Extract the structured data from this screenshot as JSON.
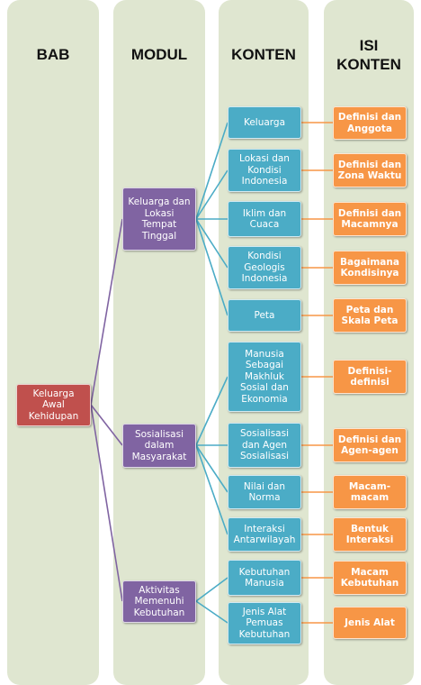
{
  "headers": {
    "bab": "BAB",
    "modul": "MODUL",
    "konten": "KONTEN",
    "isi_konten": "ISI\nKONTEN"
  },
  "colors": {
    "column_bg": "#dfe6d0",
    "bab": "#c0504d",
    "modul": "#8064a2",
    "konten": "#4bacc6",
    "isi": "#f79646"
  },
  "bab": {
    "label": "Keluarga\nAwal\nKehidupan"
  },
  "modul": [
    {
      "label": "Keluarga dan\nLokasi Tempat\nTinggal"
    },
    {
      "label": "Sosialisasi\ndalam\nMasyarakat"
    },
    {
      "label": "Aktivitas\nMemenuhi\nKebutuhan"
    }
  ],
  "konten": [
    {
      "label": "Keluarga",
      "modul": 0
    },
    {
      "label": "Lokasi dan\nKondisi\nIndonesia",
      "modul": 0
    },
    {
      "label": "Iklim dan\nCuaca",
      "modul": 0
    },
    {
      "label": "Kondisi\nGeologis\nIndonesia",
      "modul": 0
    },
    {
      "label": "Peta",
      "modul": 0
    },
    {
      "label": "Manusia\nSebagai\nMakhluk\nSosial dan\nEkonomia",
      "modul": 1
    },
    {
      "label": "Sosialisasi\ndan Agen\nSosialisasi",
      "modul": 1
    },
    {
      "label": "Nilai dan\nNorma",
      "modul": 1
    },
    {
      "label": "Interaksi\nAntarwilayah",
      "modul": 1
    },
    {
      "label": "Kebutuhan\nManusia",
      "modul": 2
    },
    {
      "label": "Jenis Alat\nPemuas\nKebutuhan",
      "modul": 2
    }
  ],
  "isi": [
    {
      "label": "Definisi dan\nAnggota"
    },
    {
      "label": "Definisi dan\nZona Waktu"
    },
    {
      "label": "Definisi dan\nMacamnya"
    },
    {
      "label": "Bagaimana\nKondisinya"
    },
    {
      "label": "Peta dan\nSkala Peta"
    },
    {
      "label": "Definisi-\ndefinisi"
    },
    {
      "label": "Definisi dan\nAgen-agen"
    },
    {
      "label": "Macam-\nmacam"
    },
    {
      "label": "Bentuk\nInteraksi"
    },
    {
      "label": "Macam\nKebutuhan"
    },
    {
      "label": "Jenis Alat"
    }
  ]
}
